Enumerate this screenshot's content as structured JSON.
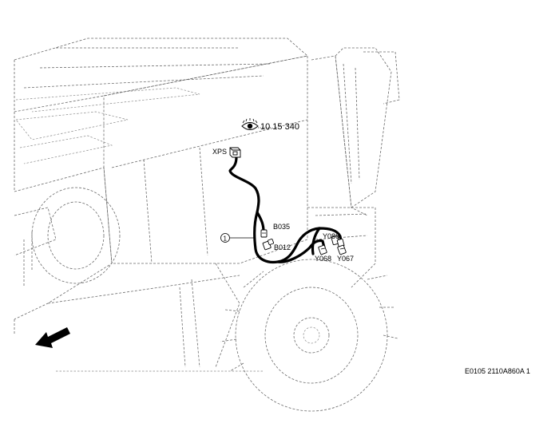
{
  "labels": {
    "view_ref": "10 15 340",
    "xps": "XPS",
    "b035": "B035",
    "b012": "B012",
    "y086": "Y086",
    "y068": "Y068",
    "y067": "Y067",
    "callout_1": "1"
  },
  "drawing_code": "E0105 2110A860A 1",
  "icons": {
    "eye": "eye-icon",
    "arrow": "direction-arrow-icon"
  },
  "colors": {
    "harness": "#000000",
    "outline": "#6a6a6a"
  }
}
